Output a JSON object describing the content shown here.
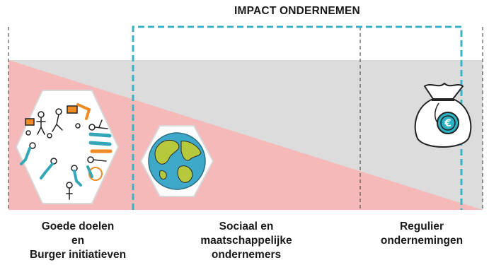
{
  "header": {
    "title": "IMPACT ONDERNEMEN"
  },
  "columns": [
    {
      "lines": [
        "Goede doelen",
        "en",
        "Burger initiatieven"
      ]
    },
    {
      "lines": [
        "Sociaal en",
        "maatschappelijke",
        "ondernemers"
      ]
    },
    {
      "lines": [
        "Regulier",
        "ondernemingen"
      ]
    }
  ],
  "icons": {
    "people": "people-circle-icon",
    "globe": "globe-icon",
    "money_bag": "money-bag-icon",
    "currency_symbol": "€"
  },
  "colors": {
    "gray_band": "#dcdcdc",
    "pink_band": "#f6b9b9",
    "teal_frame": "#39b3c6",
    "hexagon_fill": "#ffffff",
    "hexagon_stroke": "#d8d8d8",
    "globe_ocean": "#3ea8c8",
    "globe_land": "#b6c83b",
    "coin_teal": "#2ab1c4",
    "people_orange": "#f08a24",
    "people_teal": "#33a7b8"
  }
}
